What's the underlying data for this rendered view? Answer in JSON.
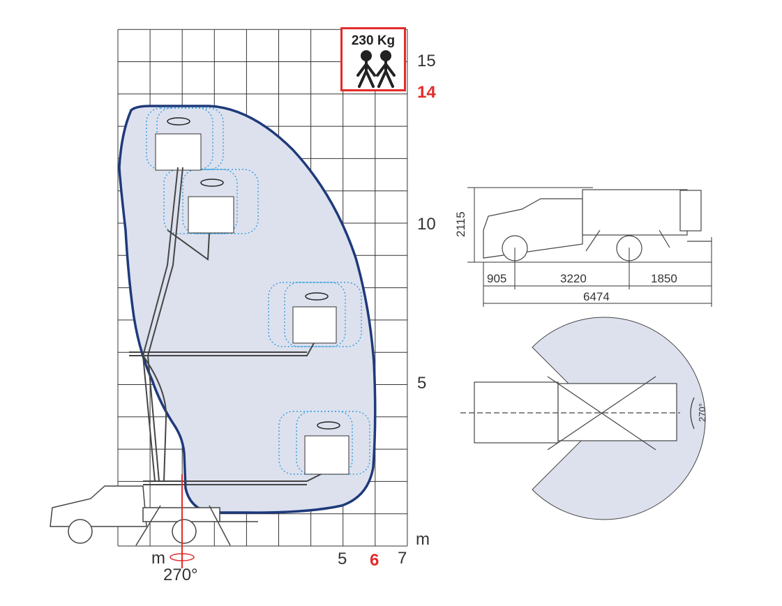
{
  "load_badge": {
    "capacity": "230 Kg",
    "persons_icon": "two-persons-icon",
    "accent": "#e32b2b"
  },
  "height_axis": {
    "unit": "m",
    "labels": [
      "15",
      "10",
      "5"
    ],
    "max_working_height": "14"
  },
  "outreach_axis": {
    "unit": "m",
    "labels": [
      "5",
      "7"
    ],
    "max_outreach": "6",
    "left_unit": "m"
  },
  "rotation": {
    "basket_rotation": "270°",
    "turret_rotation": "270°"
  },
  "side_view_dimensions": {
    "height": "2115",
    "front_overhang": "905",
    "wheelbase": "3220",
    "rear_overhang": "1850",
    "total_length": "6474"
  },
  "colors": {
    "envelope_fill": "#dde1ee",
    "envelope_stroke": "#1e3a7b",
    "basket_outline": "#3aa0dc",
    "grid": "#333333"
  }
}
